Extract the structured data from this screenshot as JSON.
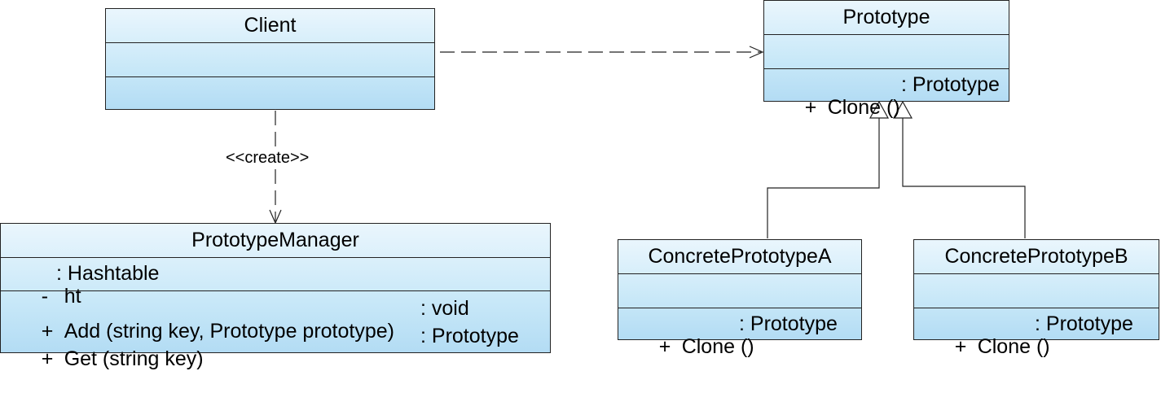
{
  "diagram": {
    "classes": {
      "client": {
        "name": "Client"
      },
      "prototype": {
        "name": "Prototype",
        "operations": [
          {
            "visibility": "+",
            "signature": "Clone ()",
            "return": ": Prototype"
          }
        ]
      },
      "prototype_manager": {
        "name": "PrototypeManager",
        "attributes": [
          {
            "visibility": "-",
            "signature": "ht",
            "type": ": Hashtable"
          }
        ],
        "operations": [
          {
            "visibility": "+",
            "signature": "Add (string key, Prototype prototype)",
            "return": ": void"
          },
          {
            "visibility": "+",
            "signature": "Get (string key)",
            "return": ": Prototype"
          }
        ]
      },
      "concrete_a": {
        "name": "ConcretePrototypeA",
        "operations": [
          {
            "visibility": "+",
            "signature": "Clone ()",
            "return": ": Prototype"
          }
        ]
      },
      "concrete_b": {
        "name": "ConcretePrototypeB",
        "operations": [
          {
            "visibility": "+",
            "signature": "Clone ()",
            "return": ": Prototype"
          }
        ]
      }
    },
    "relationships": {
      "create_label": "<<create>>"
    }
  }
}
